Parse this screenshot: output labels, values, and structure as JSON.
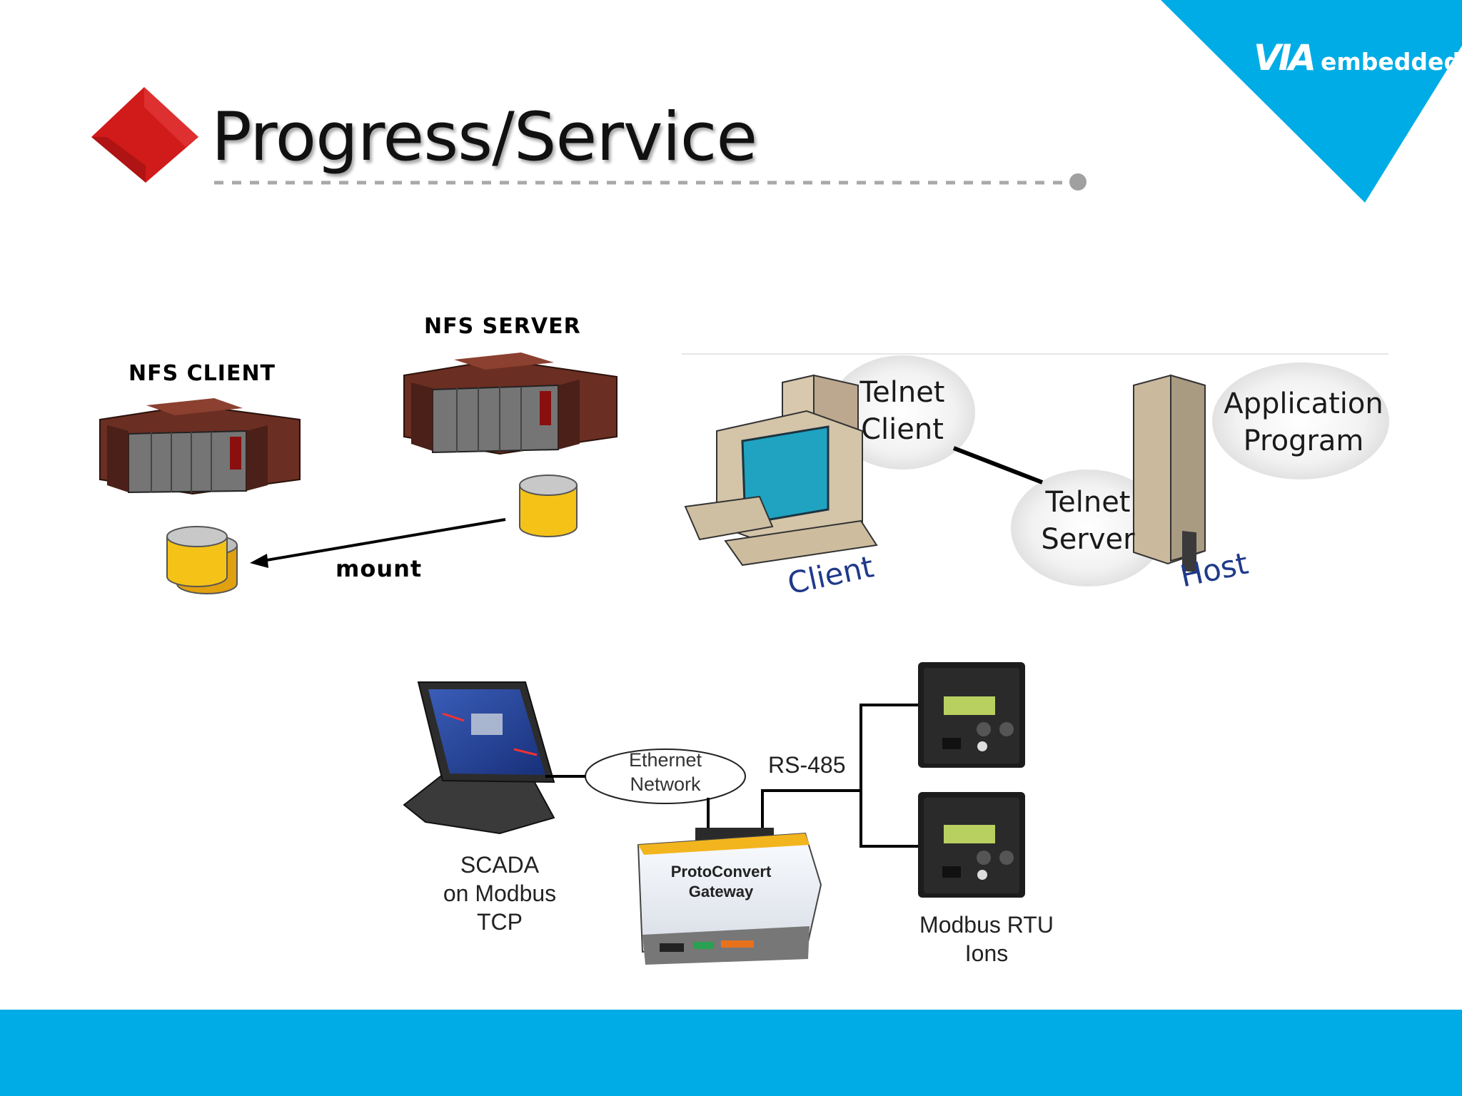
{
  "slide": {
    "title": "Progress/Service",
    "logo_mark": "VIA",
    "logo_word": "embedded"
  },
  "nfs": {
    "client_label": "NFS CLIENT",
    "server_label": "NFS SERVER",
    "mount_label": "mount"
  },
  "telnet": {
    "client_bubble": [
      "Telnet",
      "Client"
    ],
    "server_bubble": [
      "Telnet",
      "Server"
    ],
    "app_bubble": [
      "Application",
      "Program"
    ],
    "client_label": "Client",
    "host_label": "Host"
  },
  "modbus": {
    "ethernet": [
      "Ethernet",
      "Network"
    ],
    "rs485": "RS-485",
    "gateway": [
      "ProtoConvert",
      "Gateway"
    ],
    "scada": [
      "SCADA",
      "on Modbus",
      "TCP"
    ],
    "rtu": [
      "Modbus RTU",
      "Ions"
    ]
  },
  "colors": {
    "accent_blue": "#00ace6",
    "diamond_red": "#d11a1a",
    "cylinder_yellow": "#f5c218",
    "telnet_blue": "#1f3a8a"
  }
}
